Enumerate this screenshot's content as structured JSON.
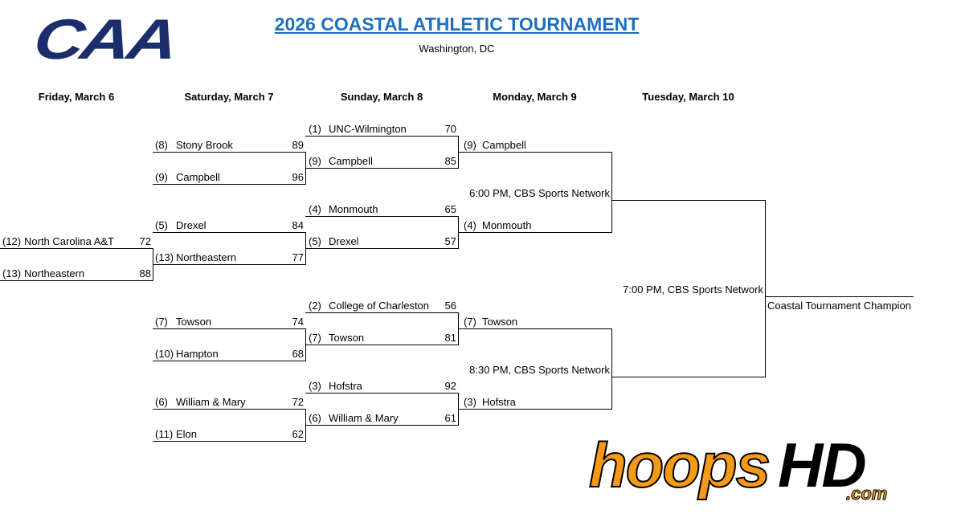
{
  "logo_left": "CAA",
  "title": "2026 COASTAL ATHLETIC TOURNAMENT",
  "location": "Washington, DC",
  "days": [
    "Friday, March 6",
    "Saturday, March 7",
    "Sunday, March 8",
    "Monday, March 9",
    "Tuesday, March 10"
  ],
  "round1": {
    "top": {
      "seed": "(12)",
      "team": "North Carolina A&T",
      "score": "72"
    },
    "bottom": {
      "seed": "(13)",
      "team": "Northeastern",
      "score": "88"
    }
  },
  "round2": [
    {
      "top": {
        "seed": "(8)",
        "team": "Stony Brook",
        "score": "89"
      },
      "bottom": {
        "seed": "(9)",
        "team": "Campbell",
        "score": "96"
      }
    },
    {
      "top": {
        "seed": "(5)",
        "team": "Drexel",
        "score": "84"
      },
      "bottom": {
        "seed": "(13)",
        "team": "Northeastern",
        "score": "77"
      }
    },
    {
      "top": {
        "seed": "(7)",
        "team": "Towson",
        "score": "74"
      },
      "bottom": {
        "seed": "(10)",
        "team": "Hampton",
        "score": "68"
      }
    },
    {
      "top": {
        "seed": "(6)",
        "team": "William & Mary",
        "score": "72"
      },
      "bottom": {
        "seed": "(11)",
        "team": "Elon",
        "score": "62"
      }
    }
  ],
  "quarterfinals": [
    {
      "top": {
        "seed": "(1)",
        "team": "UNC-Wilmington",
        "score": "70"
      },
      "bottom": {
        "seed": "(9)",
        "team": "Campbell",
        "score": "85"
      }
    },
    {
      "top": {
        "seed": "(4)",
        "team": "Monmouth",
        "score": "65"
      },
      "bottom": {
        "seed": "(5)",
        "team": "Drexel",
        "score": "57"
      }
    },
    {
      "top": {
        "seed": "(2)",
        "team": "College of Charleston",
        "score": "56"
      },
      "bottom": {
        "seed": "(7)",
        "team": "Towson",
        "score": "81"
      }
    },
    {
      "top": {
        "seed": "(3)",
        "team": "Hofstra",
        "score": "92"
      },
      "bottom": {
        "seed": "(6)",
        "team": "William & Mary",
        "score": "61"
      }
    }
  ],
  "semifinals": [
    {
      "top": {
        "seed": "(9)",
        "team": "Campbell",
        "score": ""
      },
      "bottom": {
        "seed": "(4)",
        "team": "Monmouth",
        "score": ""
      },
      "broadcast": "6:00 PM, CBS Sports Network"
    },
    {
      "top": {
        "seed": "(7)",
        "team": "Towson",
        "score": ""
      },
      "bottom": {
        "seed": "(3)",
        "team": "Hofstra",
        "score": ""
      },
      "broadcast": "8:30 PM, CBS Sports Network"
    }
  ],
  "final": {
    "broadcast": "7:00 PM, CBS Sports Network",
    "champion_label": "Coastal Tournament Champion"
  },
  "logo_right": {
    "main": "hoops",
    "accent": "HD",
    "suffix": ".com"
  }
}
